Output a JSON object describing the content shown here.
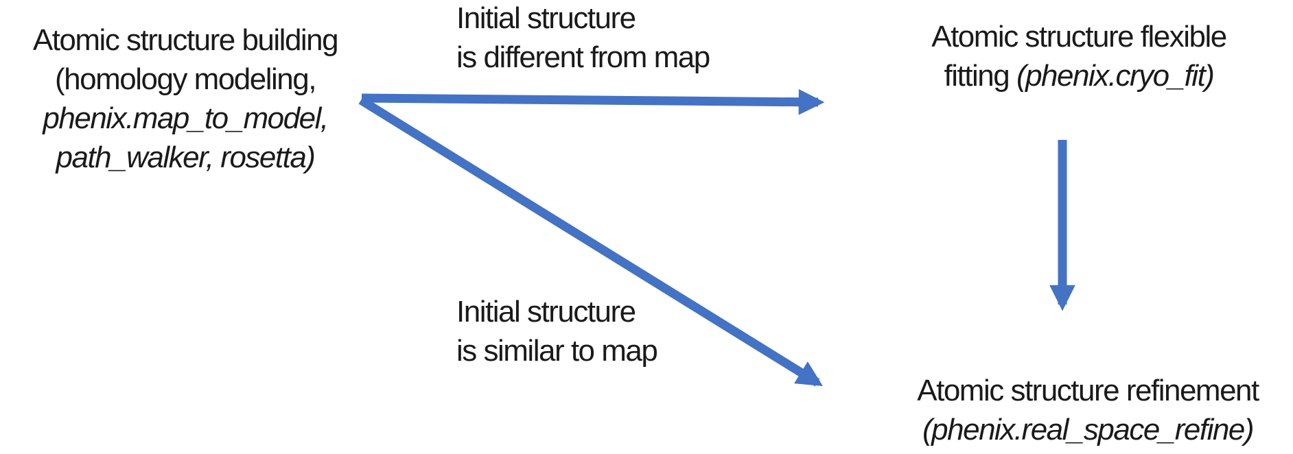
{
  "canvas": {
    "background": "#ffffff",
    "text_color": "#1a1a1a",
    "arrow_color": "#4472C4"
  },
  "nodes": {
    "building": {
      "line1": "Atomic structure building",
      "line2": "(homology modeling,",
      "line3": "phenix.map_to_model,",
      "line4": "path_walker, rosetta)"
    },
    "flexible_fitting": {
      "line1": "Atomic structure flexible",
      "line2_prefix": "fitting ",
      "line2_italic": "(phenix.cryo_fit)"
    },
    "refinement": {
      "line1": "Atomic structure refinement",
      "line2_italic": "(phenix.real_space_refine)"
    }
  },
  "edge_labels": {
    "different": {
      "line1": "Initial structure",
      "line2": "is different from map"
    },
    "similar": {
      "line1": "Initial structure",
      "line2": "is similar to map"
    }
  },
  "edges": [
    {
      "name": "building-to-flexible-fitting",
      "from": "building",
      "to": "flexible_fitting",
      "condition": "Initial structure is different from map"
    },
    {
      "name": "building-to-refinement",
      "from": "building",
      "to": "refinement",
      "condition": "Initial structure is similar to map"
    },
    {
      "name": "flexible-fitting-to-refinement",
      "from": "flexible_fitting",
      "to": "refinement",
      "condition": ""
    }
  ]
}
